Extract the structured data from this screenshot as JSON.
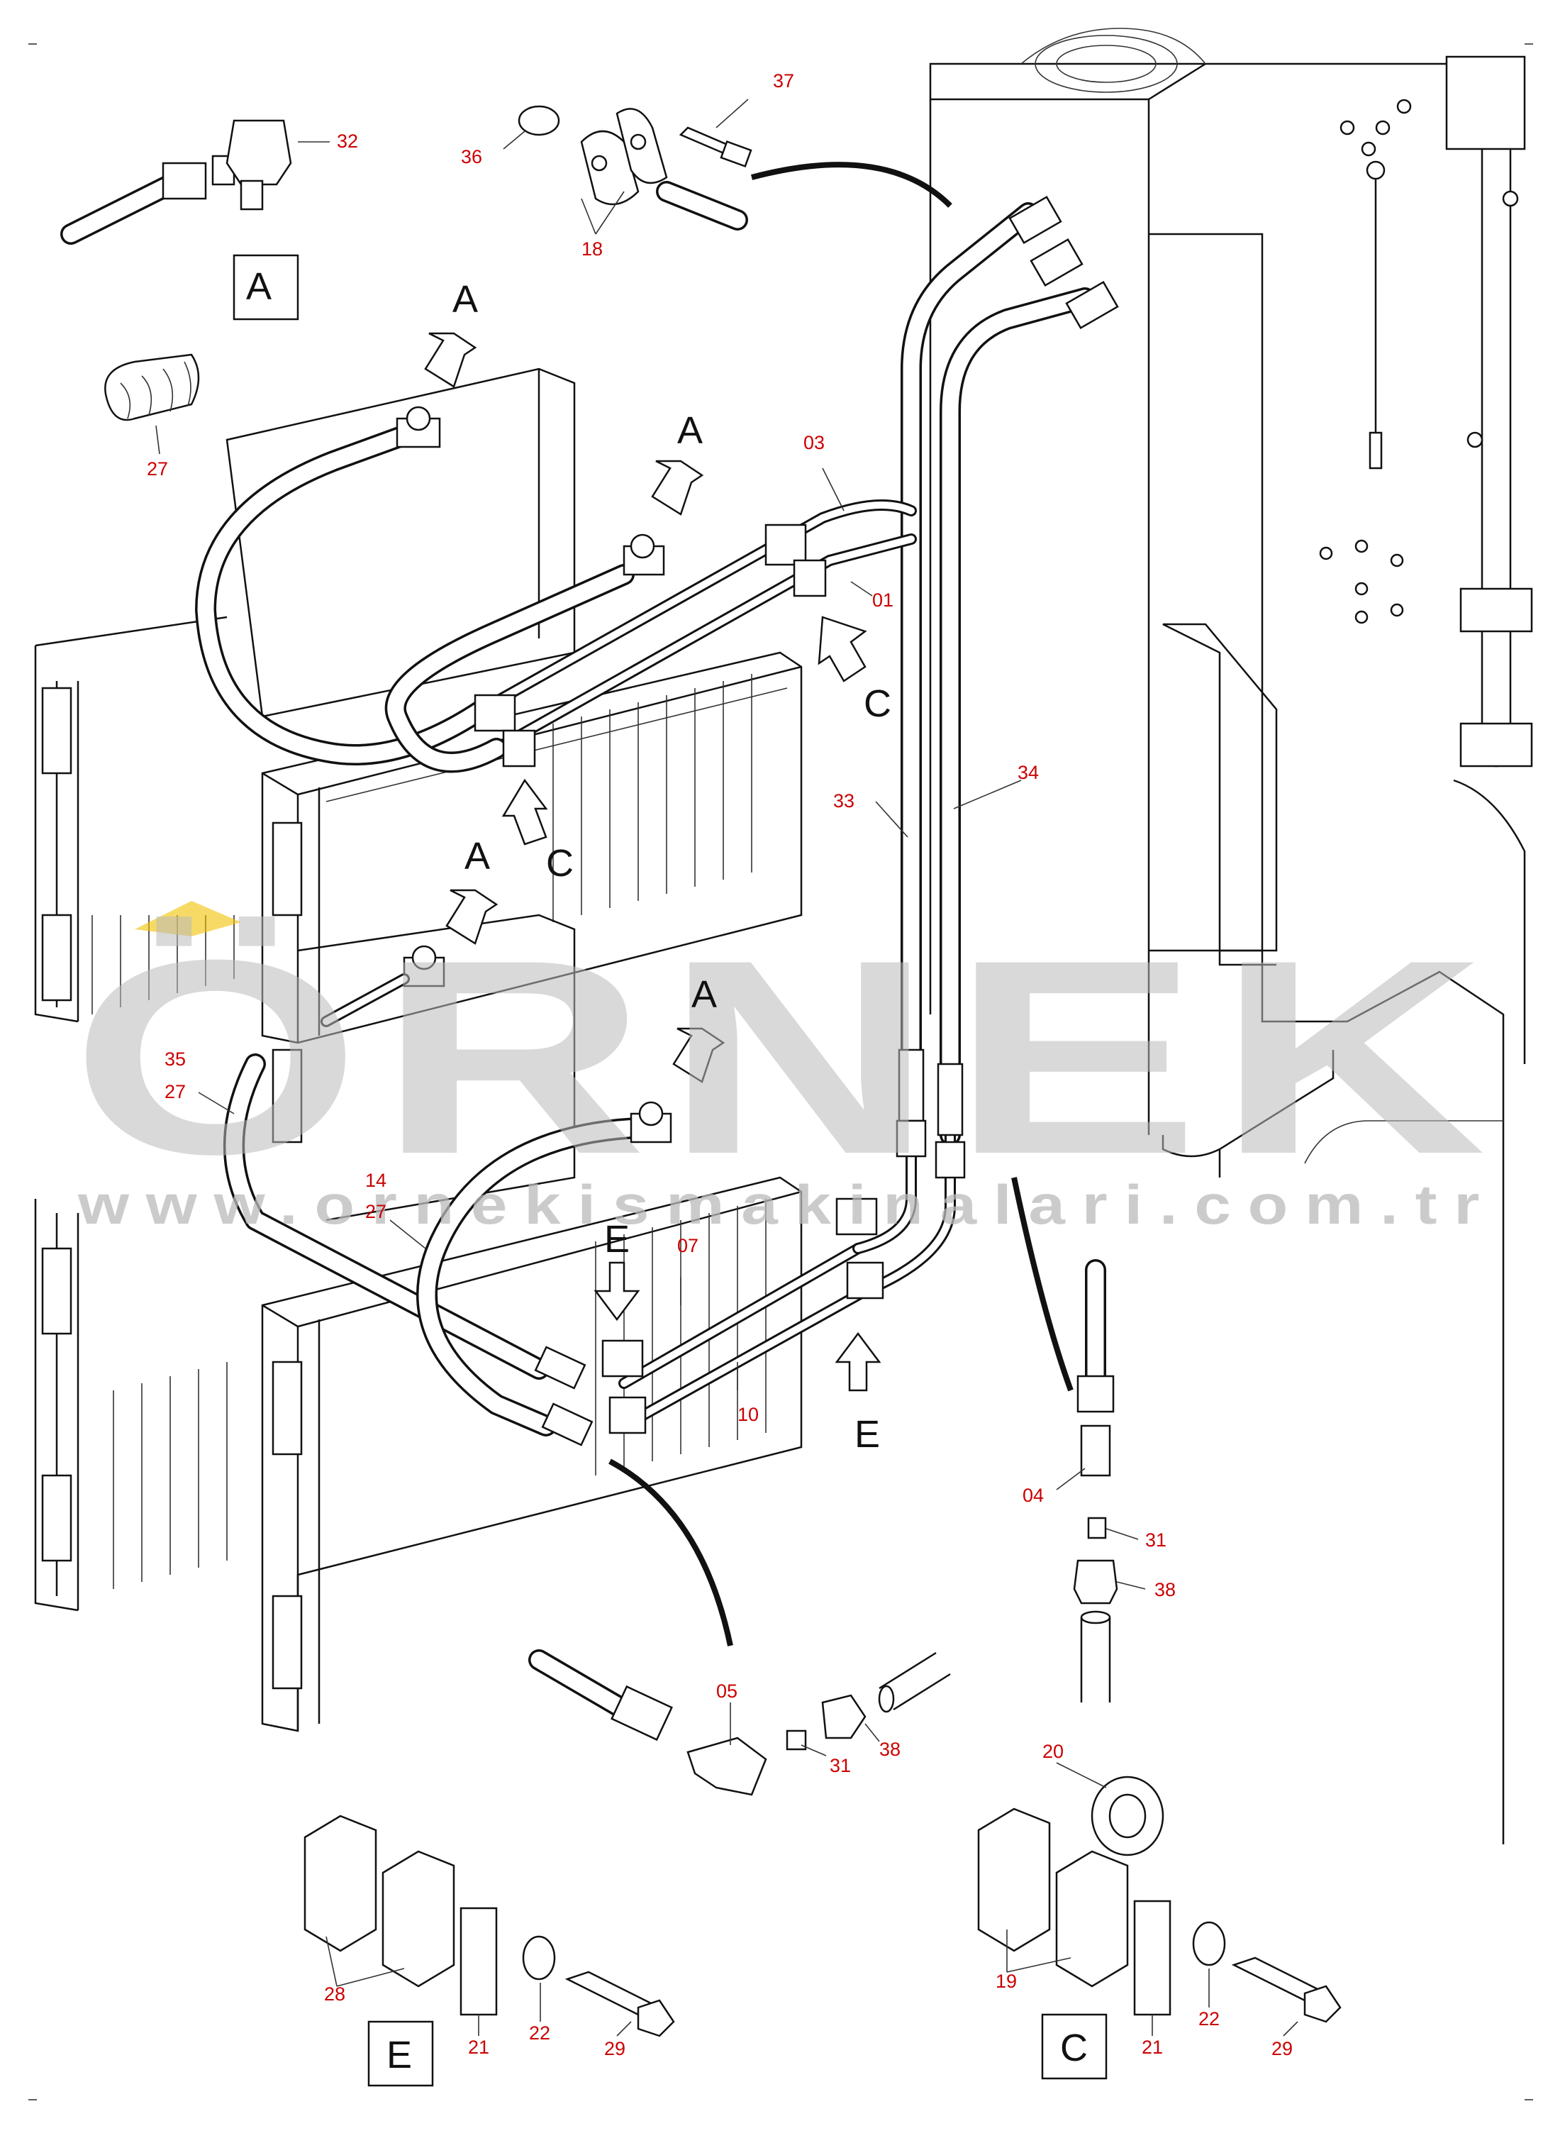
{
  "watermark": {
    "brand": "ÖRNEK",
    "url": "www.ornekismakinalari.com.tr"
  },
  "view_letters": {
    "A": "A",
    "C": "C",
    "E": "E"
  },
  "part_numbers": {
    "p01": "01",
    "p03": "03",
    "p04": "04",
    "p05": "05",
    "p07": "07",
    "p10": "10",
    "p14": "14",
    "p18": "18",
    "p19": "19",
    "p20": "20",
    "p21": "21",
    "p22": "22",
    "p27": "27",
    "p28": "28",
    "p29": "29",
    "p31": "31",
    "p32": "32",
    "p33": "33",
    "p34": "34",
    "p35": "35",
    "p36": "36",
    "p37": "37",
    "p38": "38"
  },
  "colors": {
    "label": "#cc0000",
    "line": "#111111",
    "watermark": "#b9b9b9",
    "watermark_accent": "#f2c200"
  }
}
